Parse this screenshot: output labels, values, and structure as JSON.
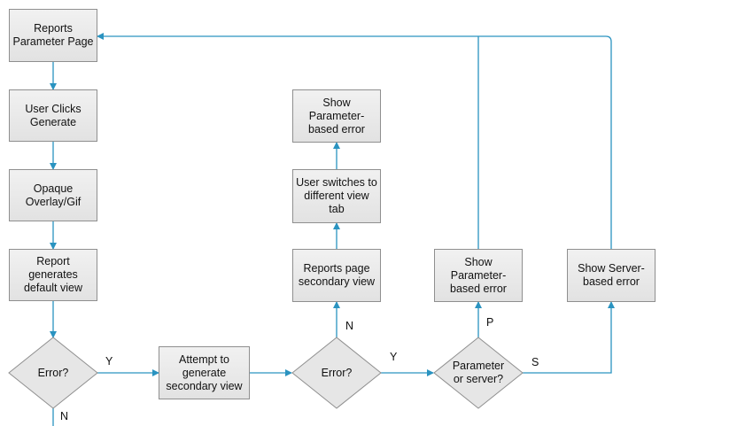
{
  "nodes": {
    "reports_param_page": "Reports\nParameter Page",
    "user_clicks_generate": "User Clicks\nGenerate",
    "opaque_overlay": "Opaque\nOverlay/Gif",
    "report_default_view": "Report\ngenerates\ndefault view",
    "error_1": "Error?",
    "attempt_secondary": "Attempt to\ngenerate\nsecondary view",
    "error_2": "Error?",
    "reports_secondary_view": "Reports page\nsecondary view",
    "user_switches_tab": "User switches to\ndifferent view\ntab",
    "show_param_error_top": "Show\nParameter-\nbased error",
    "param_or_server": "Parameter\nor server?",
    "show_param_error_right": "Show\nParameter-\nbased error",
    "show_server_error": "Show Server-\nbased error"
  },
  "edges": {
    "error1_yes": "Y",
    "error1_no": "N",
    "error2_no": "N",
    "error2_yes": "Y",
    "param": "P",
    "server": "S"
  },
  "colors": {
    "connector": "#2a93c0",
    "box_border": "#8f8f8f",
    "box_fill": "#e8e8e8"
  }
}
